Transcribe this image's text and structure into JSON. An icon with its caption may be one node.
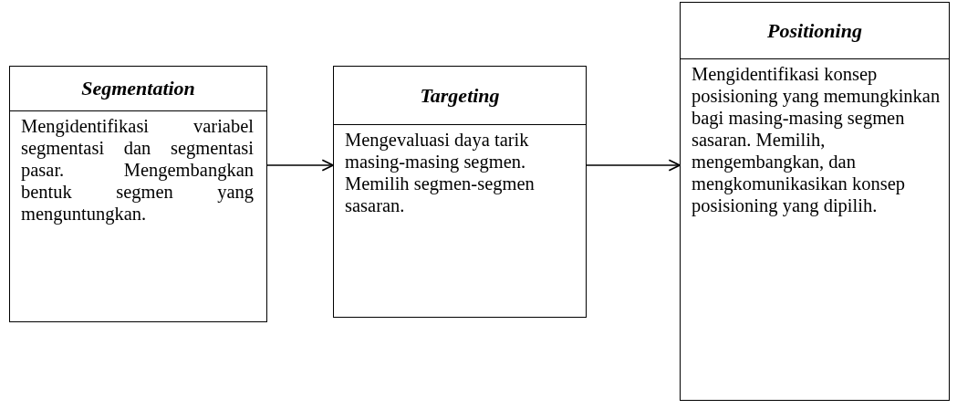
{
  "diagram": {
    "nodes": [
      {
        "text": [
          "Segmentation",
          "Mengidentifikasi variabel segmentasi dan segmentasi pasar. Mengembangkan bentuk segmen yang menguntungkan."
        ]
      },
      {
        "text": [
          "Targeting",
          "Mengevaluasi daya tarik masing-masing segmen. Memilih segmen-segmen sasaran."
        ]
      },
      {
        "text": [
          "Positioning",
          "Mengidentifikasi konsep posisioning yang memungkinkan bagi masing-masing segmen sasaran. Memilih, mengembangkan, dan mengkomunikasikan konsep posisioning yang dipilih."
        ]
      }
    ],
    "edges": [
      {
        "from": 0,
        "to": 1,
        "arrow": "to"
      },
      {
        "from": 1,
        "to": 2,
        "arrow": "to"
      }
    ]
  }
}
